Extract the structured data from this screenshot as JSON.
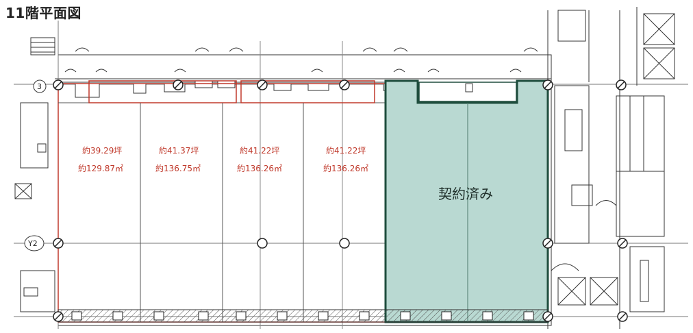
{
  "title": "11階平面図",
  "units": [
    {
      "tsubo": "約39.29坪",
      "sqm": "約129.87㎡"
    },
    {
      "tsubo": "約41.37坪",
      "sqm": "約136.75㎡"
    },
    {
      "tsubo": "約41.22坪",
      "sqm": "約136.26㎡"
    },
    {
      "tsubo": "約41.22坪",
      "sqm": "約136.26㎡"
    }
  ],
  "contracted": {
    "label": "契約済み"
  },
  "grid_tags": {
    "row_3": "3",
    "row_y2": "Y2"
  },
  "colors": {
    "available_outline": "#c0392b",
    "contracted_fill": "#b9d9d2",
    "contracted_outline": "#1e4d3d",
    "linework": "#333333"
  }
}
